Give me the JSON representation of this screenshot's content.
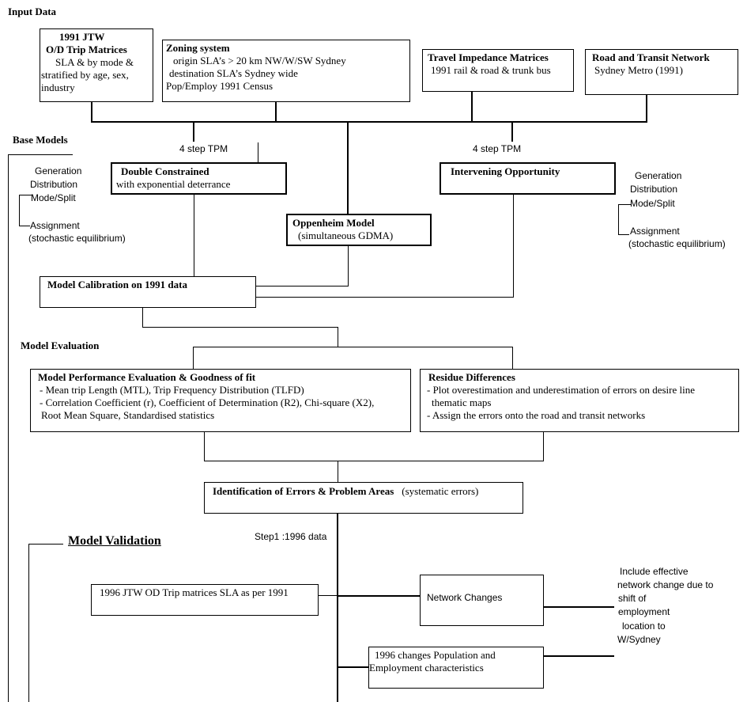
{
  "sections": {
    "input_data": "Input Data",
    "base_models": "Base Models",
    "model_evaluation": "Model Evaluation",
    "model_validation": "Model Validation"
  },
  "jtw": {
    "title1": "1991 JTW",
    "title2": "O/D Trip Matrices",
    "line1": "SLA & by mode &",
    "line2": "stratified by age, sex,",
    "line3": "industry"
  },
  "zoning": {
    "title": "Zoning system",
    "line1": "origin SLA’s > 20 km  NW/W/SW Sydney",
    "line2": "destination SLA’s Sydney wide",
    "line3": "Pop/Employ  1991 Census"
  },
  "travel": {
    "title": "Travel Impedance Matrices",
    "line1": "1991 rail & road & trunk bus"
  },
  "network": {
    "title": "Road and Transit Network",
    "line1": "Sydney Metro (1991)"
  },
  "tpm_left": "4 step TPM",
  "tpm_right": "4 step TPM",
  "steps_left": {
    "generation": "Generation",
    "distribution": "Distribution",
    "mode": "Mode/Split",
    "assignment": "Assignment",
    "stochastic": "(stochastic equilibrium)"
  },
  "steps_right": {
    "generation": "Generation",
    "distribution": "Distribution",
    "mode": "Mode/Split",
    "assignment": "Assignment",
    "stochastic": "(stochastic equilibrium)"
  },
  "double": {
    "title": "Double Constrained",
    "line1": "with exponential deterrance"
  },
  "intervening": {
    "title": "Intervening Opportunity"
  },
  "oppenheim": {
    "title": "Oppenheim Model",
    "line1": "(simultaneous GDMA)"
  },
  "calibration": {
    "title": "Model Calibration on 1991 data"
  },
  "performance": {
    "title": "Model Performance Evaluation & Goodness of fit",
    "line1": "- Mean trip Length (MTL), Trip Frequency Distribution (TLFD)",
    "line2": "- Correlation Coefficient (r), Coefficient of Determination (R2), Chi-square (X2),",
    "line3": "Root Mean Square, Standardised statistics"
  },
  "residue": {
    "title": "Residue Differences",
    "line1": "- Plot overestimation and underestimation of errors on desire line",
    "line2": "thematic maps",
    "line3": "- Assign the errors onto the road and transit networks"
  },
  "identification": {
    "title": "Identification of Errors & Problem Areas",
    "note": "(systematic errors)"
  },
  "step1": "Step1 :1996 data",
  "jtw96": "1996 JTW OD Trip matrices SLA as per 1991",
  "network_changes": "Network Changes",
  "pop96": {
    "line1": "1996 changes Population and",
    "line2": "Employment characteristics"
  },
  "include": {
    "line1": "Include effective",
    "line2": "network change due to",
    "line3": "shift of",
    "line4": "employment",
    "line5": "location to",
    "line6": "W/Sydney"
  }
}
